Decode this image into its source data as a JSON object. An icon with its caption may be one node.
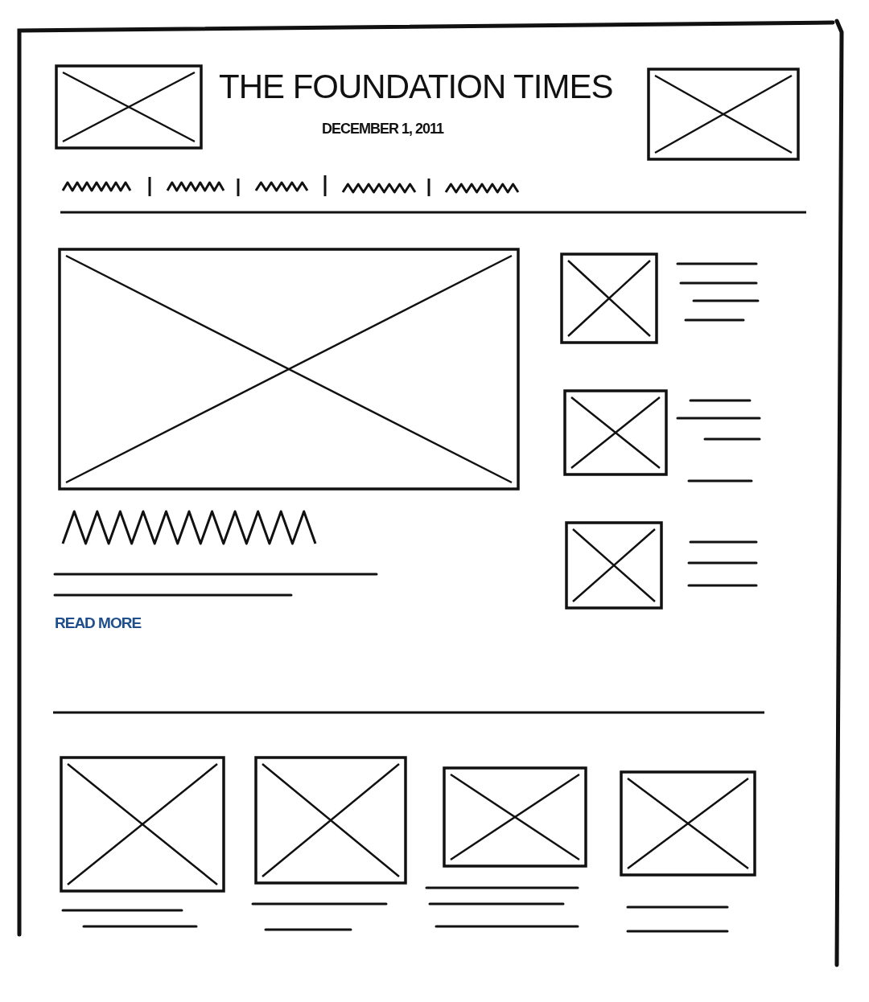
{
  "diagram": {
    "title": "THE FOUNDATION TIMES",
    "labels": [
      "DECEMBER 1, 2011",
      "READ MORE"
    ]
  }
}
